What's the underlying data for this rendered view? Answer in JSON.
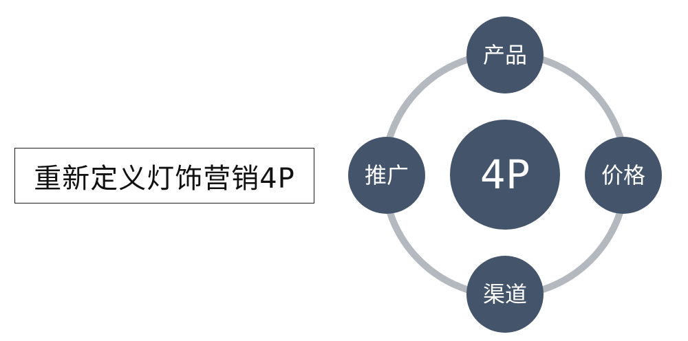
{
  "title": "重新定义灯饰营销4P",
  "diagram": {
    "center": {
      "label": "4P"
    },
    "nodes": [
      {
        "id": "product",
        "label": "产品"
      },
      {
        "id": "price",
        "label": "价格"
      },
      {
        "id": "channel",
        "label": "渠道"
      },
      {
        "id": "promotion",
        "label": "推广"
      }
    ]
  },
  "colors": {
    "node_fill": "#44546a",
    "ring_stroke": "#b4b8bf",
    "label_text": "#ffffff",
    "title_text": "#111111",
    "title_border": "#1a1a1a"
  }
}
